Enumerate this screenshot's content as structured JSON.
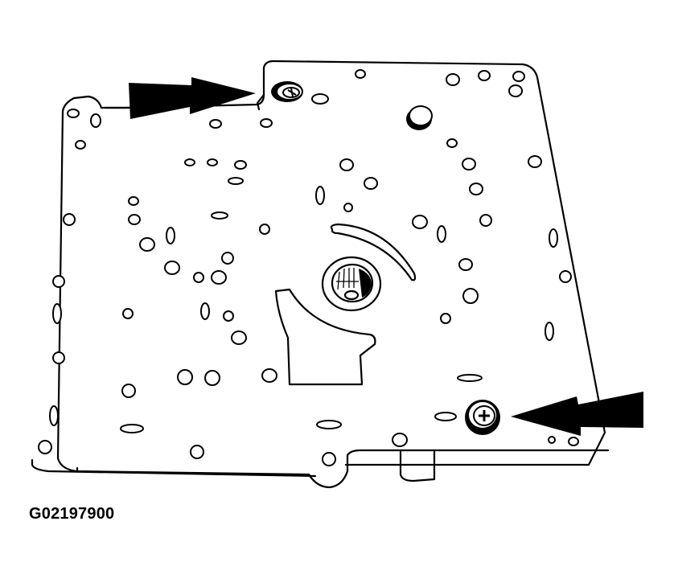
{
  "figure": {
    "caption": "G02197900",
    "subject": "valve body plate",
    "callouts": [
      {
        "id": "arrow-upper",
        "points_to": "upper-bolt",
        "direction": "right"
      },
      {
        "id": "arrow-lower",
        "points_to": "lower-bolt",
        "direction": "left"
      }
    ],
    "colors": {
      "line": "#000000",
      "background": "#ffffff"
    }
  }
}
